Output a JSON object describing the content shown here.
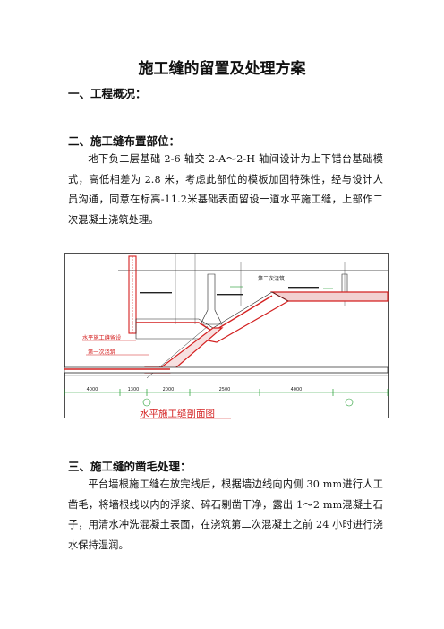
{
  "doc": {
    "title": "施工缝的留置及处理方案",
    "section1": {
      "heading": "一、工程概况："
    },
    "section2": {
      "heading": "二、施工缝布置部位：",
      "paragraph": "地下负二层基础 2-6 轴交 2-A～2-H 轴间设计为上下错台基础模式，高低相差为 2.8 米，考虑此部位的模板加固特殊性，经与设计人员沟通，同意在标高-11.2米基础表面留设一道水平施工缝，上部作二次混凝土浇筑处理。"
    },
    "drawing": {
      "caption": "水平施工缝剖面图",
      "label_construction_joint": "水平施工缝留设",
      "label_first_pour": "第一次浇筑",
      "label_second_pour": "第二次浇筑",
      "dimensions": [
        "4000",
        "1300",
        "2000",
        "2500",
        "4000"
      ],
      "colors": {
        "concrete": "#d42020",
        "dimension": "#1a9a2a",
        "outline": "#222222"
      }
    },
    "section3": {
      "heading": "三、施工缝的凿毛处理：",
      "paragraph": "平台墙根施工缝在放完线后，根据墙边线向内侧 30 mm进行人工凿毛，将墙根线以内的浮浆、碎石剔凿干净，露出 1～2 mm混凝土石子，用清水冲洗混凝土表面，在浇筑第二次混凝土之前 24 小时进行浇水保持湿润。"
    }
  }
}
